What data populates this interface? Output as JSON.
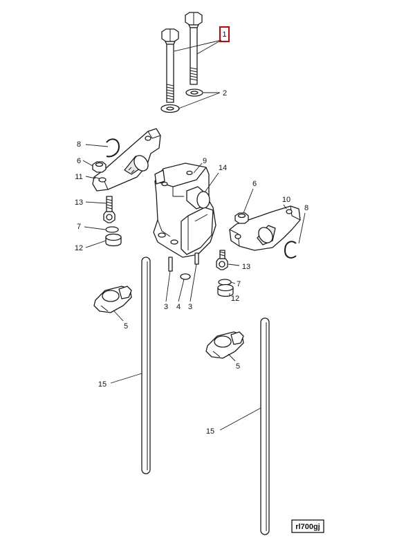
{
  "diagram_code": "rl700gj",
  "highlight_color": "#cc0000",
  "callouts": [
    {
      "id": "c1",
      "text": "1",
      "highlighted": true
    },
    {
      "id": "c2",
      "text": "2"
    },
    {
      "id": "c8a",
      "text": "8"
    },
    {
      "id": "c6a",
      "text": "6"
    },
    {
      "id": "c11",
      "text": "11"
    },
    {
      "id": "c9",
      "text": "9"
    },
    {
      "id": "c14",
      "text": "14"
    },
    {
      "id": "c13a",
      "text": "13"
    },
    {
      "id": "c7a",
      "text": "7"
    },
    {
      "id": "c12a",
      "text": "12"
    },
    {
      "id": "c6b",
      "text": "6"
    },
    {
      "id": "c10",
      "text": "10"
    },
    {
      "id": "c8b",
      "text": "8"
    },
    {
      "id": "c13b",
      "text": "13"
    },
    {
      "id": "c7b",
      "text": "7"
    },
    {
      "id": "c12b",
      "text": "12"
    },
    {
      "id": "c3a",
      "text": "3"
    },
    {
      "id": "c4",
      "text": "4"
    },
    {
      "id": "c3b",
      "text": "3"
    },
    {
      "id": "c5a",
      "text": "5"
    },
    {
      "id": "c5b",
      "text": "5"
    },
    {
      "id": "c15a",
      "text": "15"
    },
    {
      "id": "c15b",
      "text": "15"
    }
  ]
}
